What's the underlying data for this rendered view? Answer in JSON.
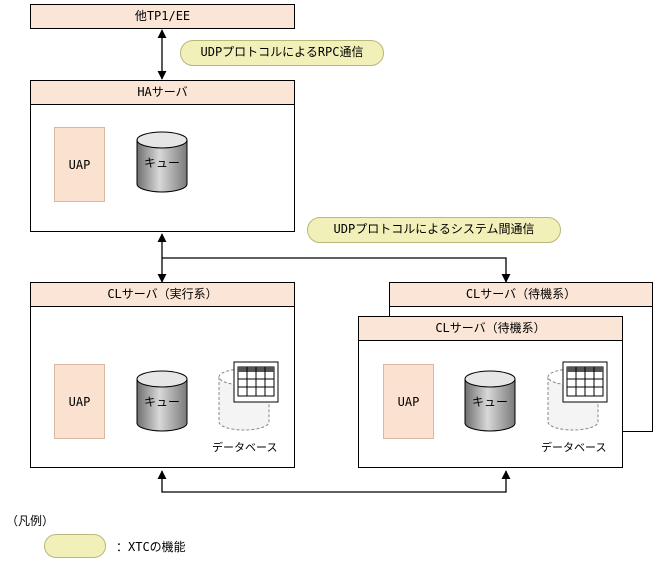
{
  "top_box": {
    "label": "他TP1/EE"
  },
  "rpc_pill": {
    "label": "UDPプロトコルによるRPC通信"
  },
  "ha_server": {
    "label": "HAサーバ",
    "uap": "UAP",
    "queue": "キュー"
  },
  "system_pill": {
    "label": "UDPプロトコルによるシステム間通信"
  },
  "cl_active": {
    "label": "CLサーバ（実行系）",
    "uap": "UAP",
    "queue": "キュー",
    "db": "データベース"
  },
  "cl_standby_back": {
    "label": "CLサーバ（待機系）"
  },
  "cl_standby": {
    "label": "CLサーバ（待機系）",
    "uap": "UAP",
    "queue": "キュー",
    "db": "データベース"
  },
  "legend": {
    "title": "（凡例）",
    "item": "：XTCの機能"
  },
  "colors": {
    "pill": "#f1f0b8",
    "header": "#fbe5d6",
    "uap": "#fbe1cf"
  }
}
